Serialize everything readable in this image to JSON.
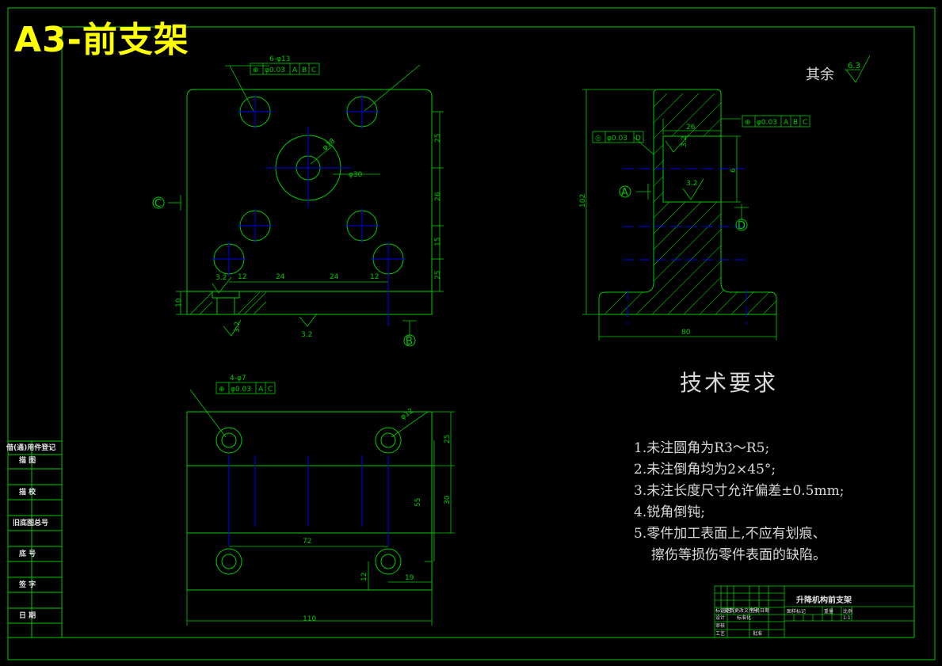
{
  "title": "A3-前支架",
  "roughness_general": {
    "label": "其余",
    "value": "6.3"
  },
  "tech_req": {
    "title": "技术要求",
    "items": [
      "1.未注圆角为R3～R5;",
      "2.未注倒角均为2×45°;",
      "3.未注长度尺寸允许偏差±0.5mm;",
      "4.锐角倒钝;",
      "5.零件加工表面上,不应有划痕、",
      "擦伤等损伤零件表面的缺陷。"
    ]
  },
  "left_column": {
    "labels": [
      "借(通)用件登记",
      "描 图",
      "描 校",
      "旧底图总号",
      "底 号",
      "签 字",
      "日 期"
    ]
  },
  "title_block": {
    "part_name": "升降机构前支架",
    "scale": "1:1",
    "rows": [
      "标记处数",
      "设计",
      "审核",
      "工艺"
    ],
    "cells": [
      "分区",
      "更改文件号",
      "签名",
      "日期",
      "标准化",
      "批准",
      "图样标记",
      "重量",
      "比例"
    ]
  },
  "front_view": {
    "holes_callout": "6-φ13",
    "tol_frame": [
      "⊕",
      "φ0.03",
      "A",
      "B",
      "C"
    ],
    "center_hole": "φ30",
    "center_bore": "φ18",
    "dims_right": [
      "25",
      "26",
      "15",
      "25"
    ],
    "dims_bottom": [
      "12",
      "24",
      "24",
      "12"
    ],
    "dim_left": "10",
    "roughness": [
      "3.2",
      "3.2",
      "3.2"
    ],
    "datum_c": "C",
    "datum_b": "B"
  },
  "side_view": {
    "tol_frame_top": [
      "⊕",
      "φ0.03",
      "A",
      "B",
      "C"
    ],
    "tol_frame_left": [
      "◎",
      "φ0.03",
      "D"
    ],
    "dim_height": "102",
    "dim_width": "80",
    "dim_slot": "26",
    "dim_slot_h": "6",
    "roughness": [
      "3.2",
      "3.2"
    ],
    "datum_a": "A",
    "datum_d": "D"
  },
  "bottom_view": {
    "holes_callout": "4-φ7",
    "tol_frame": [
      "⊕",
      "φ0.03",
      "A",
      "C"
    ],
    "counterbore": "φ12",
    "dims_right": [
      "25",
      "55",
      "30"
    ],
    "dim_centers": "72",
    "dim_width": "110",
    "dim_small": [
      "12",
      "19"
    ]
  }
}
